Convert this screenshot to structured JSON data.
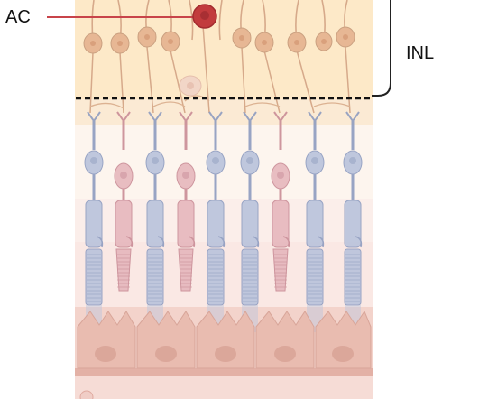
{
  "labels": {
    "ac": "AC",
    "inl": "INL"
  },
  "colors": {
    "inl_band": "#fde9c8",
    "inl_band_light": "#fbeedc",
    "neuron_body": "#e7b794",
    "neuron_stroke": "#caa080",
    "highlighted_neuron": "#c23b3d",
    "label_line": "#c8444a",
    "rod_fill": "#b9c3dc",
    "rod_stroke": "#8e9cc0",
    "cone_fill": "#e6b7bd",
    "cone_stroke": "#c98c96",
    "rpe_fill": "#e9bcb0",
    "dashed_boundary": "#111111",
    "bracket": "#222222"
  },
  "photoreceptors": [
    {
      "type": "rod"
    },
    {
      "type": "cone"
    },
    {
      "type": "rod"
    },
    {
      "type": "cone"
    },
    {
      "type": "rod"
    },
    {
      "type": "rod"
    },
    {
      "type": "cone"
    },
    {
      "type": "rod"
    },
    {
      "type": "rod"
    }
  ]
}
